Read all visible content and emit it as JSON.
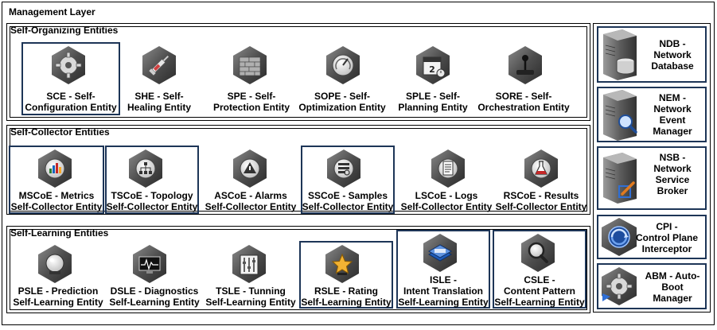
{
  "management_layer": {
    "title": "Management Layer"
  },
  "self_organizing": {
    "title": "Self-Organizing Entities",
    "items": [
      {
        "line1": "SCE - Self-",
        "line2": "Configuration Entity",
        "icon": "gear-icon"
      },
      {
        "line1": "SHE - Self-",
        "line2": "Healing Entity",
        "icon": "syringe-icon"
      },
      {
        "line1": "SPE - Self-",
        "line2": "Protection Entity",
        "icon": "firewall-icon"
      },
      {
        "line1": "SOPE - Self-",
        "line2": "Optimization Entity",
        "icon": "gauge-icon"
      },
      {
        "line1": "SPLE - Self-",
        "line2": "Planning Entity",
        "icon": "calendar-icon"
      },
      {
        "line1": "SORE - Self-",
        "line2": "Orchestration Entity",
        "icon": "joystick-icon"
      }
    ]
  },
  "self_collector": {
    "title": "Self-Collector Entities",
    "items": [
      {
        "line1": "MSCoE - Metrics",
        "line2": "Self-Collector Entity",
        "icon": "chart-icon"
      },
      {
        "line1": "TSCoE - Topology",
        "line2": "Self-Collector Entity",
        "icon": "topology-icon"
      },
      {
        "line1": "ASCoE - Alarms",
        "line2": "Self-Collector Entity",
        "icon": "alarm-icon"
      },
      {
        "line1": "SSCoE - Samples",
        "line2": "Self-Collector Entity",
        "icon": "samples-icon"
      },
      {
        "line1": "LSCoE - Logs",
        "line2": "Self-Collector Entity",
        "icon": "log-icon"
      },
      {
        "line1": "RSCoE - Results",
        "line2": "Self-Collector Entity",
        "icon": "flask-icon"
      }
    ]
  },
  "self_learning": {
    "title": "Self-Learning Entities",
    "items": [
      {
        "line1": "PSLE - Prediction",
        "line2": "Self-Learning Entity",
        "icon": "crystal-ball-icon"
      },
      {
        "line1": "DSLE - Diagnostics",
        "line2": "Self-Learning Entity",
        "icon": "monitor-icon"
      },
      {
        "line1": "TSLE - Tunning",
        "line2": "Self-Learning Entity",
        "icon": "tuning-icon"
      },
      {
        "line1": "RSLE - Rating",
        "line2": "Self-Learning Entity",
        "icon": "star-icon"
      },
      {
        "line1": "ISLE -",
        "line2": "Intent Translation",
        "line3": "Self-Learning Entity",
        "icon": "intent-icon"
      },
      {
        "line1": "CSLE -",
        "line2": "Content Pattern",
        "line3": "Self-Learning Entity",
        "icon": "magnifier-icon"
      }
    ]
  },
  "right_panel": [
    {
      "lines": [
        "NDB -",
        "Network",
        "Database"
      ],
      "icon": "database-server-icon"
    },
    {
      "lines": [
        "NEM -",
        "Network",
        "Event",
        "Manager"
      ],
      "icon": "event-server-icon"
    },
    {
      "lines": [
        "NSB -",
        "Network",
        "Service",
        "Broker"
      ],
      "icon": "broker-server-icon"
    },
    {
      "lines": [
        "CPI -",
        "Control Plane",
        "Interceptor"
      ],
      "icon": "interceptor-icon"
    },
    {
      "lines": [
        "ABM - Auto-",
        "Boot",
        "Manager"
      ],
      "icon": "autoboot-gear-icon"
    }
  ]
}
